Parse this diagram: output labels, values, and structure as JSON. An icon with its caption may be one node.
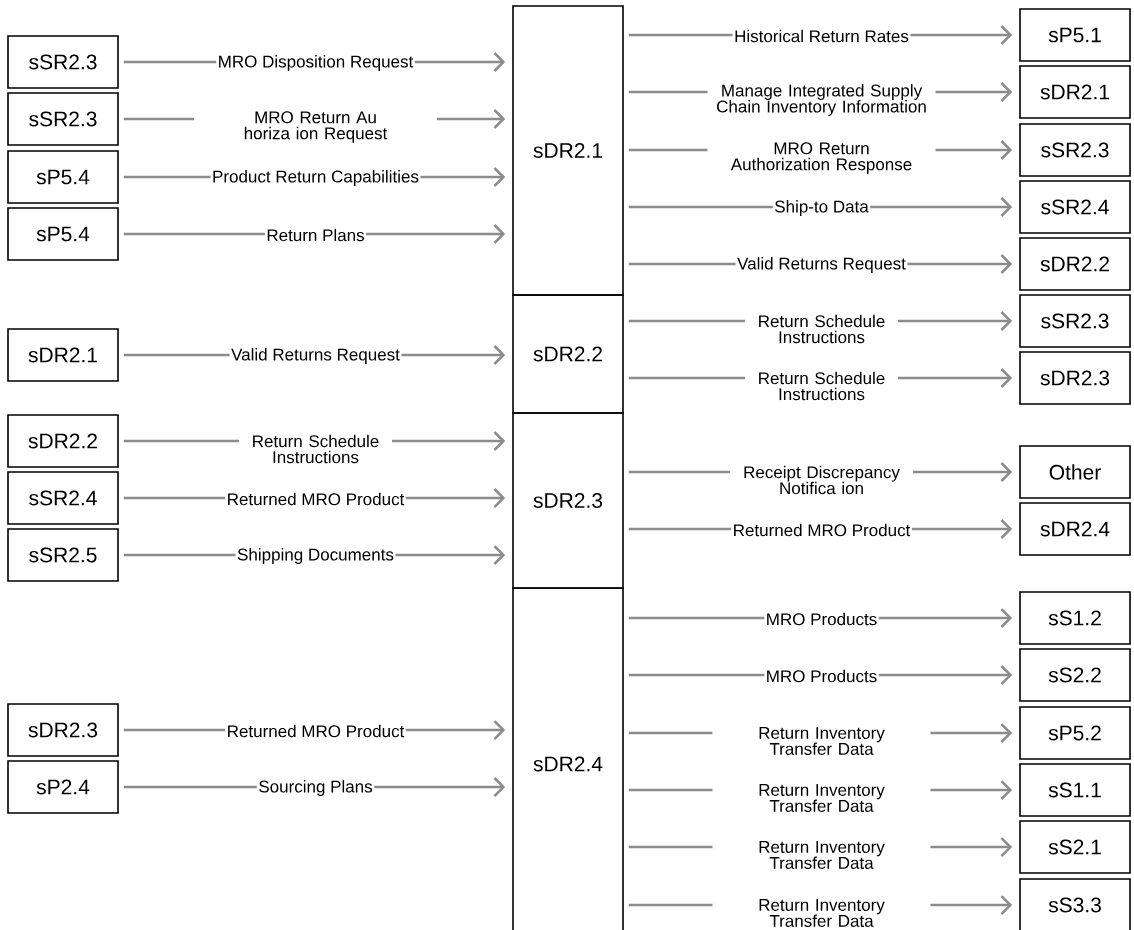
{
  "diagram": {
    "nodes": [
      {
        "text": [
          "sSR2.3"
        ]
      },
      {
        "text": [
          "sSR2.3"
        ]
      },
      {
        "text": [
          "sP5.4"
        ]
      },
      {
        "text": [
          "sP5.4"
        ]
      },
      {
        "text": [
          "sDR2.1"
        ]
      },
      {
        "text": [
          "sDR2.2"
        ]
      },
      {
        "text": [
          "sSR2.4"
        ]
      },
      {
        "text": [
          "sSR2.5"
        ]
      },
      {
        "text": [
          "sDR2.3"
        ]
      },
      {
        "text": [
          "sP2.4"
        ]
      },
      {
        "text": [
          "sDR2.1"
        ]
      },
      {
        "text": [
          "sDR2.2"
        ]
      },
      {
        "text": [
          "sDR2.3"
        ]
      },
      {
        "text": [
          "sDR2.4"
        ]
      },
      {
        "text": [
          "sP5.1"
        ]
      },
      {
        "text": [
          "sDR2.1"
        ]
      },
      {
        "text": [
          "sSR2.3"
        ]
      },
      {
        "text": [
          "sSR2.4"
        ]
      },
      {
        "text": [
          "sDR2.2"
        ]
      },
      {
        "text": [
          "sSR2.3"
        ]
      },
      {
        "text": [
          "sDR2.3"
        ]
      },
      {
        "text": [
          "Other"
        ]
      },
      {
        "text": [
          "sDR2.4"
        ]
      },
      {
        "text": [
          "sS1.2"
        ]
      },
      {
        "text": [
          "sS2.2"
        ]
      },
      {
        "text": [
          "sP5.2"
        ]
      },
      {
        "text": [
          "sS1.1"
        ]
      },
      {
        "text": [
          "sS2.1"
        ]
      },
      {
        "text": [
          "sS3.3"
        ]
      }
    ],
    "edges": [
      {
        "from": 0,
        "to": 10,
        "arrow": "to",
        "label": "MRO Disposition Request"
      },
      {
        "from": 1,
        "to": 10,
        "arrow": "to",
        "label": "MRO Return Au horiza ion Request"
      },
      {
        "from": 2,
        "to": 10,
        "arrow": "to",
        "label": "Product Return Capabilities"
      },
      {
        "from": 3,
        "to": 10,
        "arrow": "to",
        "label": "Return Plans"
      },
      {
        "from": 4,
        "to": 11,
        "arrow": "to",
        "label": "Valid Returns Request"
      },
      {
        "from": 5,
        "to": 12,
        "arrow": "to",
        "label": "Return Schedule Instructions"
      },
      {
        "from": 6,
        "to": 12,
        "arrow": "to",
        "label": "Returned MRO Product"
      },
      {
        "from": 7,
        "to": 12,
        "arrow": "to",
        "label": "Shipping Documents"
      },
      {
        "from": 8,
        "to": 13,
        "arrow": "to",
        "label": "Returned MRO Product"
      },
      {
        "from": 9,
        "to": 13,
        "arrow": "to",
        "label": "Sourcing Plans"
      },
      {
        "from": 10,
        "to": 14,
        "arrow": "to",
        "label": "Historical Return Rates"
      },
      {
        "from": 10,
        "to": 15,
        "arrow": "to",
        "label": "Manage Integrated Supply Chain Inventory Information"
      },
      {
        "from": 10,
        "to": 16,
        "arrow": "to",
        "label": "MRO Return Authorization Response"
      },
      {
        "from": 10,
        "to": 17,
        "arrow": "to",
        "label": "Ship-to Data"
      },
      {
        "from": 10,
        "to": 18,
        "arrow": "to",
        "label": "Valid Returns Request"
      },
      {
        "from": 11,
        "to": 19,
        "arrow": "to",
        "label": "Return Schedule Instructions"
      },
      {
        "from": 11,
        "to": 20,
        "arrow": "to",
        "label": "Return Schedule Instructions"
      },
      {
        "from": 12,
        "to": 21,
        "arrow": "to",
        "label": "Receipt Discrepancy Notifica ion"
      },
      {
        "from": 12,
        "to": 22,
        "arrow": "to",
        "label": "Returned MRO Product"
      },
      {
        "from": 13,
        "to": 23,
        "arrow": "to",
        "label": "MRO Products"
      },
      {
        "from": 13,
        "to": 24,
        "arrow": "to",
        "label": "MRO Products"
      },
      {
        "from": 13,
        "to": 25,
        "arrow": "to",
        "label": "Return Inventory Transfer Data"
      },
      {
        "from": 13,
        "to": 26,
        "arrow": "to",
        "label": "Return Inventory Transfer Data"
      },
      {
        "from": 13,
        "to": 27,
        "arrow": "to",
        "label": "Return Inventory Transfer Data"
      },
      {
        "from": 13,
        "to": 28,
        "arrow": "to",
        "label": "Return Inventory Transfer Data"
      }
    ]
  }
}
